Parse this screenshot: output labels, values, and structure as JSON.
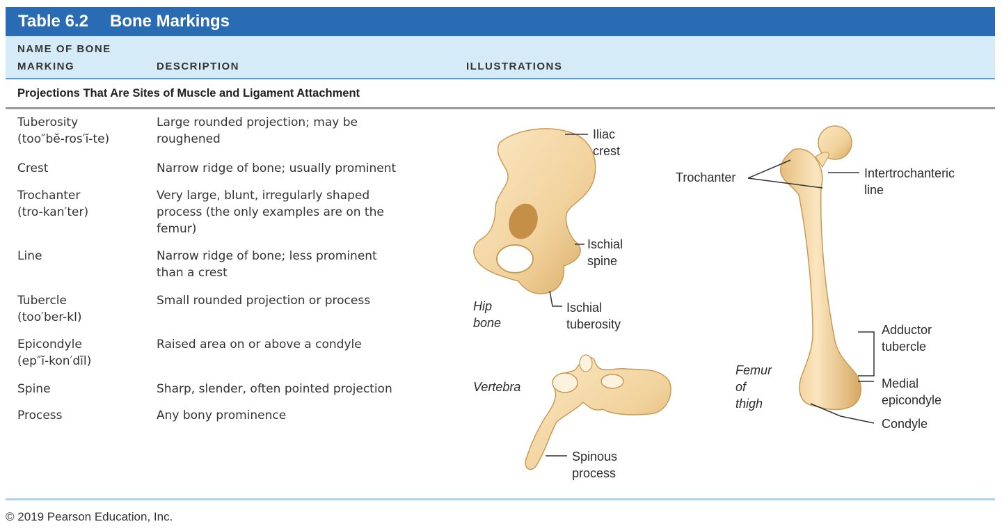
{
  "table": {
    "number": "Table 6.2",
    "title": "Bone Markings",
    "col_name_line1": "NAME OF BONE",
    "col_name_line2": "MARKING",
    "col_description": "DESCRIPTION",
    "col_illustrations": "ILLUSTRATIONS",
    "section": "Projections That Are Sites of Muscle and Ligament Attachment",
    "rows": [
      {
        "name": "Tuberosity",
        "pron": "(too″bĕ-ros′ĭ-te)",
        "desc_1": "Large rounded projection; may be",
        "desc_2": "roughened",
        "desc_3": ""
      },
      {
        "name": "Crest",
        "pron": "",
        "desc_1": "Narrow ridge of bone; usually prominent",
        "desc_2": "",
        "desc_3": ""
      },
      {
        "name": "Trochanter",
        "pron": "(tro-kan′ter)",
        "desc_1": "Very large, blunt, irregularly shaped",
        "desc_2": "process (the only examples are on the",
        "desc_3": "femur)"
      },
      {
        "name": "Line",
        "pron": "",
        "desc_1": "Narrow ridge of bone; less prominent",
        "desc_2": "than a crest",
        "desc_3": ""
      },
      {
        "name": "Tubercle",
        "pron": "(too′ber-kl)",
        "desc_1": "Small rounded projection or process",
        "desc_2": "",
        "desc_3": ""
      },
      {
        "name": "Epicondyle",
        "pron": "(ep″ĭ-kon′dīl)",
        "desc_1": "Raised area on or above a condyle",
        "desc_2": "",
        "desc_3": ""
      },
      {
        "name": "Spine",
        "pron": "",
        "desc_1": "Sharp, slender, often pointed projection",
        "desc_2": "",
        "desc_3": ""
      },
      {
        "name": "Process",
        "pron": "",
        "desc_1": "Any bony prominence",
        "desc_2": "",
        "desc_3": ""
      }
    ]
  },
  "illustrations": {
    "hip_bone": {
      "caption_1": "Hip",
      "caption_2": "bone",
      "iliac_1": "Iliac",
      "iliac_2": "crest",
      "ischial_spine_1": "Ischial",
      "ischial_spine_2": "spine",
      "ischial_tub_1": "Ischial",
      "ischial_tub_2": "tuberosity"
    },
    "vertebra": {
      "caption": "Vertebra",
      "spinous_1": "Spinous",
      "spinous_2": "process"
    },
    "femur": {
      "caption_1": "Femur",
      "caption_2": "of",
      "caption_3": "thigh",
      "trochanter": "Trochanter",
      "intertroch_1": "Intertrochanteric",
      "intertroch_2": "line",
      "adductor_1": "Adductor",
      "adductor_2": "tubercle",
      "medial_1": "Medial",
      "medial_2": "epicondyle",
      "condyle": "Condyle"
    }
  },
  "colors": {
    "title_bar": "#2a6cb3",
    "header_band": "#d5ecf8",
    "bone_fill": "#f3d9a8",
    "bone_shade": "#d9ae6b"
  },
  "footer": {
    "copyright": "© 2019 Pearson Education, Inc."
  }
}
